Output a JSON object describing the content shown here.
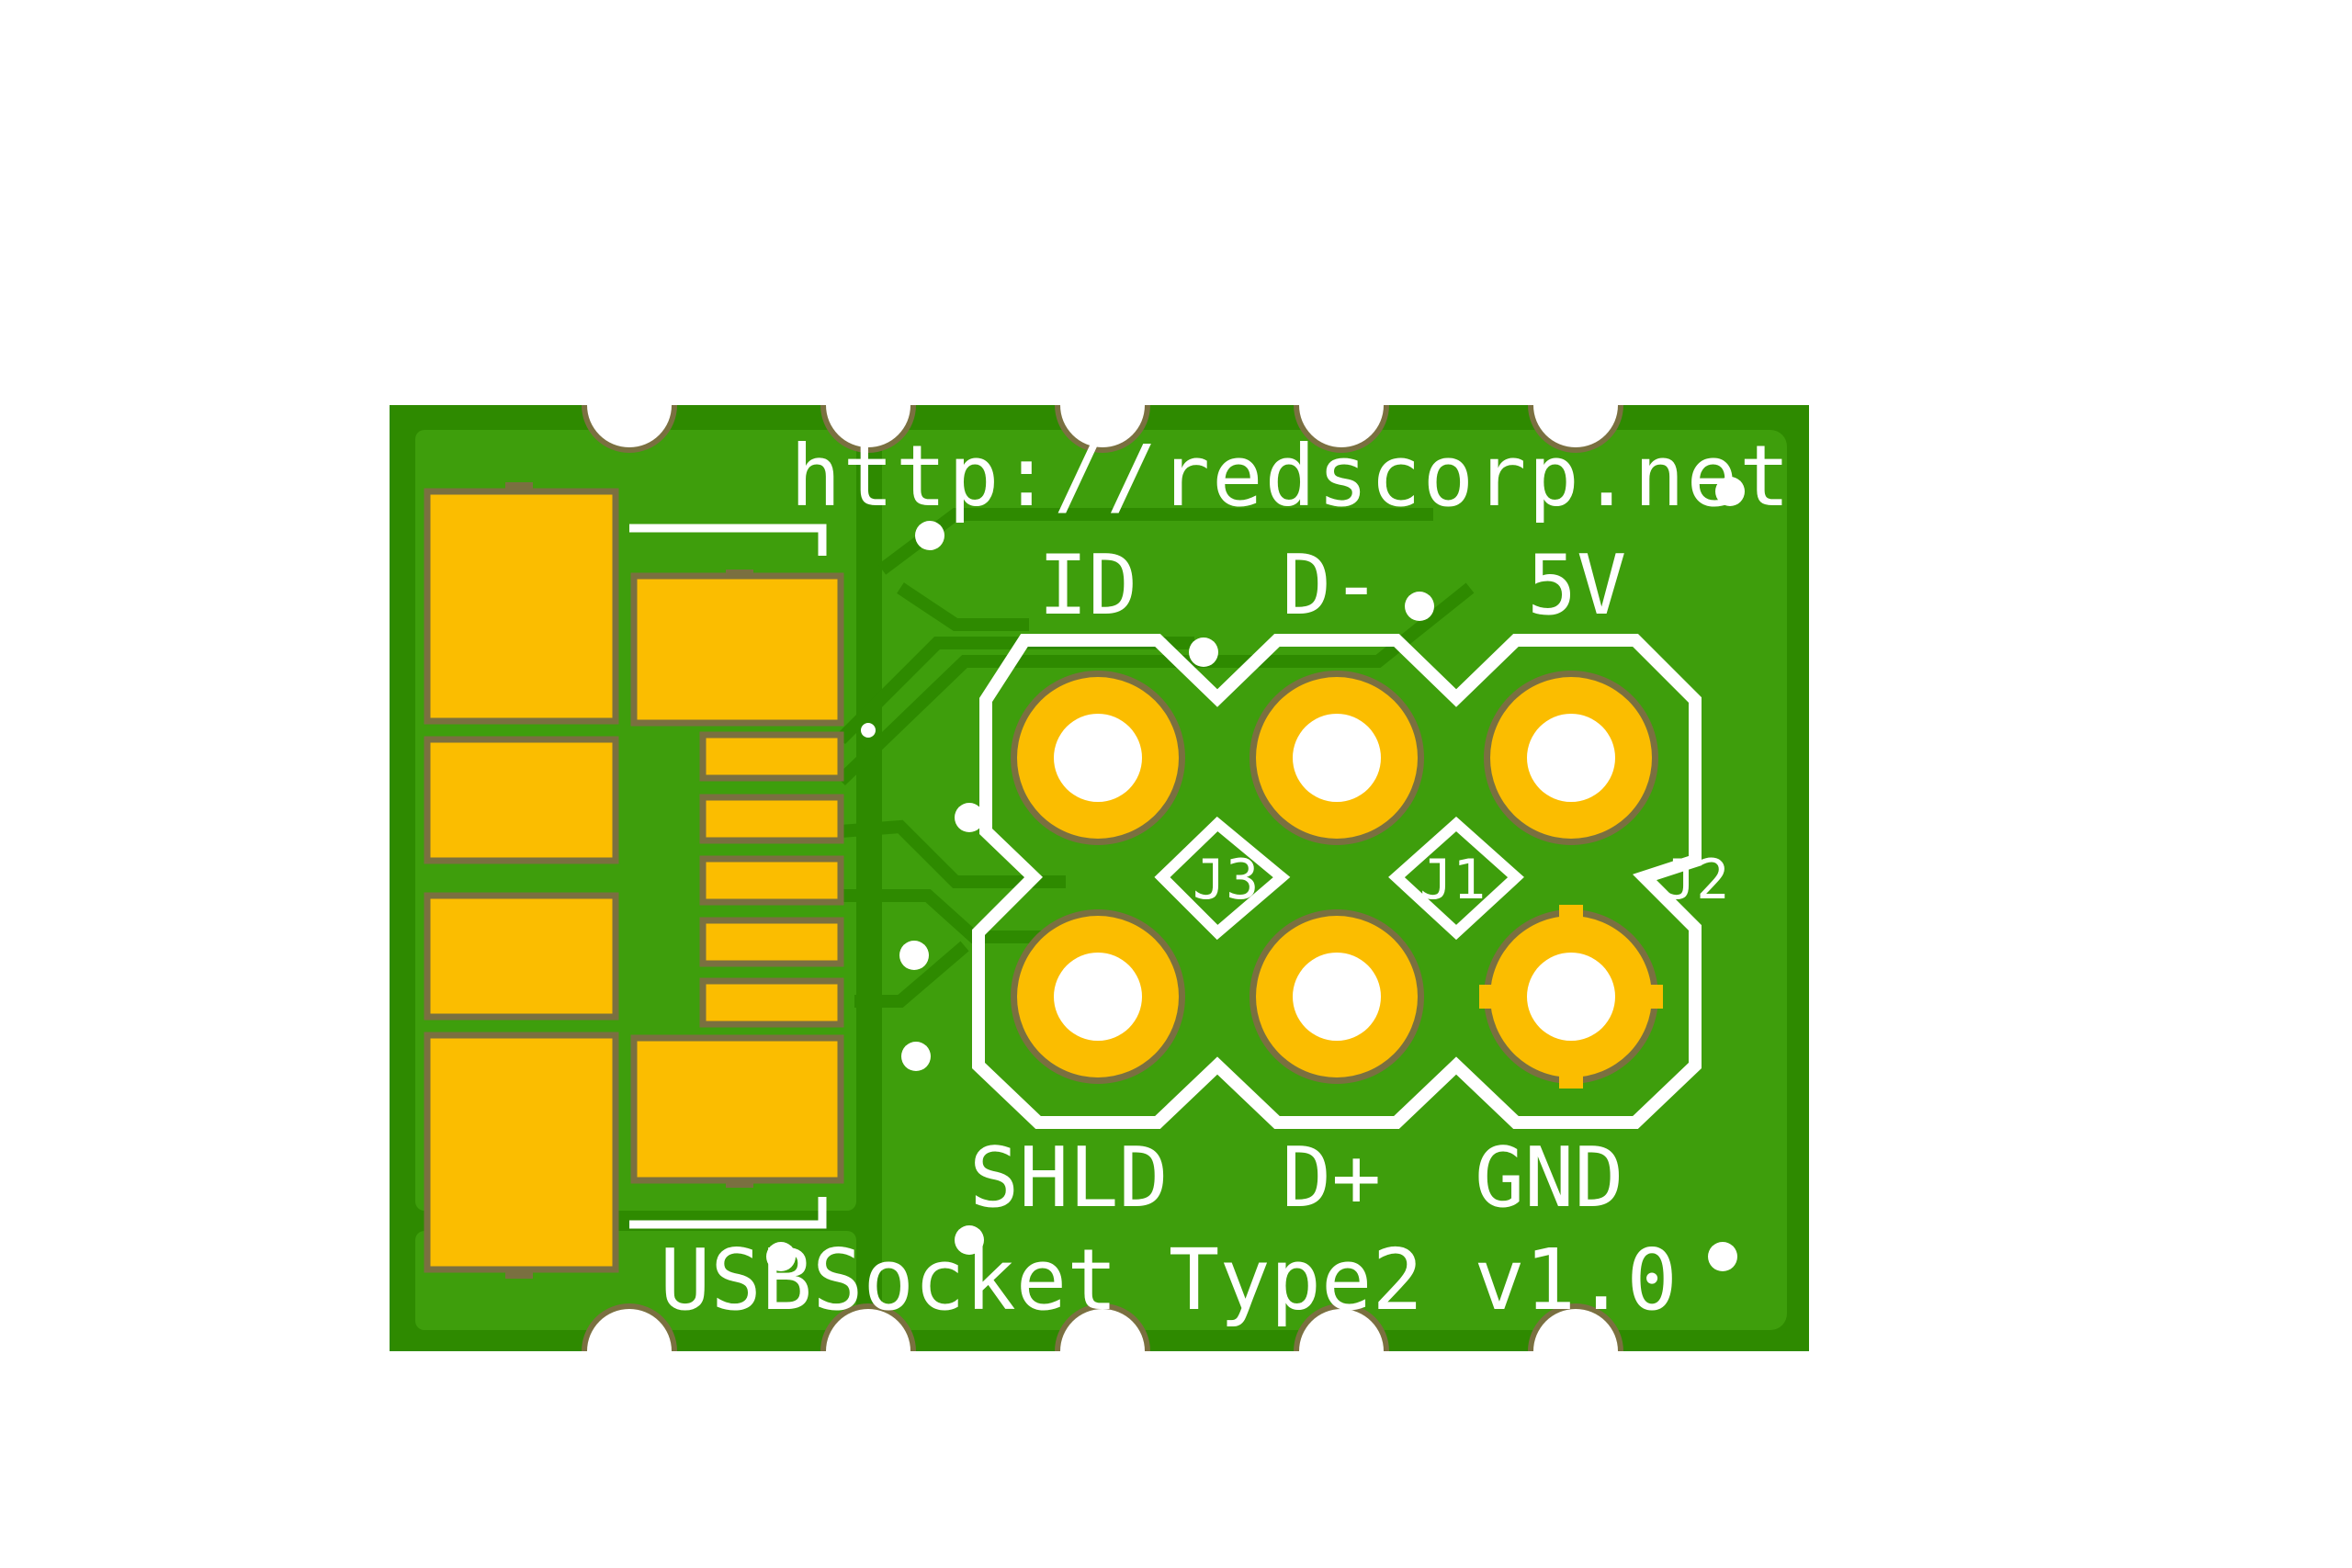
{
  "board": {
    "url_text": "http://redscorp.net",
    "title_text": "USBSocket Type2 v1.0",
    "top_pin_labels": [
      "ID",
      "D-",
      "5V"
    ],
    "bottom_pin_labels": [
      "SHLD",
      "D+",
      "GND"
    ],
    "designators": [
      "J3",
      "J1",
      "J2"
    ]
  },
  "colors": {
    "background": "#ffffff",
    "board_fill": "#2e8a00",
    "copper_pour": "#3e9e0c",
    "trace": "#3a9608",
    "pad_gold": "#fbbd00",
    "pad_outline": "#7a7040",
    "silkscreen": "#ffffff"
  }
}
